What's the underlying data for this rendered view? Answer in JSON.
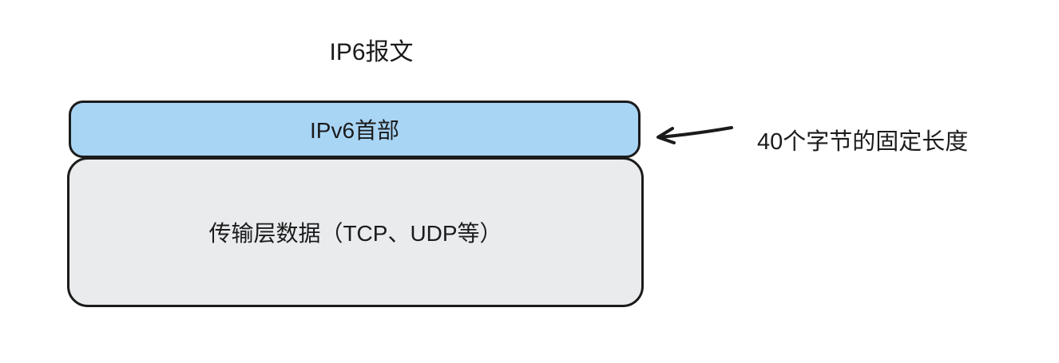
{
  "diagram": {
    "title": "IP6报文",
    "boxes": [
      {
        "id": "ipv6-header",
        "label": "IPv6首部",
        "fill": "#a9d5f5"
      },
      {
        "id": "transport-payload",
        "label": "传输层数据（TCP、UDP等）",
        "fill": "#e9ebed"
      }
    ],
    "annotation": {
      "text": "40个字节的固定长度",
      "arrow_icon": "left-arrow-icon",
      "points_to": "ipv6-header"
    },
    "colors": {
      "stroke": "#1b1b1b",
      "header_fill": "#a9d5f5",
      "payload_fill": "#e9ebed",
      "background": "#ffffff"
    }
  }
}
